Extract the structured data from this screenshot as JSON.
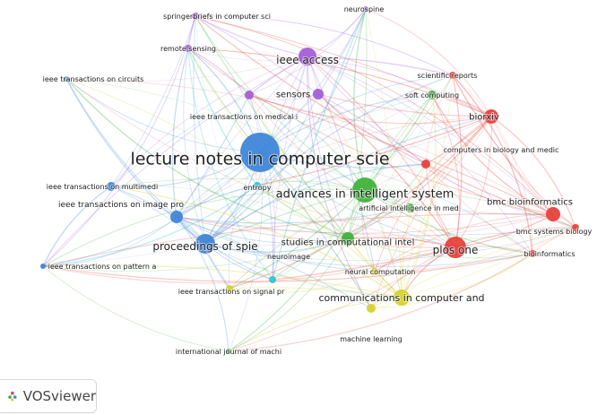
{
  "app": {
    "name": "VOSviewer"
  },
  "colors": {
    "clusters": {
      "blue": "#3f86d8",
      "red": "#e8413c",
      "green": "#3fb33b",
      "purple": "#a45fd8",
      "yellow": "#d7d22a",
      "cyan": "#37c4d6"
    }
  },
  "nodes": [
    {
      "id": "lncs",
      "label": "lecture notes in computer scie",
      "cluster": "blue",
      "size": 22,
      "font": 19
    },
    {
      "id": "ieeeaccess",
      "label": "ieee access",
      "cluster": "purple",
      "size": 10,
      "font": 12
    },
    {
      "id": "sensors",
      "label": "sensors",
      "cluster": "purple",
      "size": 6,
      "font": 10
    },
    {
      "id": "springer",
      "label": "springerbriefs in computer sci",
      "cluster": "purple",
      "size": 4,
      "font": 8
    },
    {
      "id": "neurospine",
      "label": "neurospine",
      "cluster": "purple",
      "size": 3,
      "font": 8
    },
    {
      "id": "remote",
      "label": "remote sensing",
      "cluster": "purple",
      "size": 4,
      "font": 8
    },
    {
      "id": "tmedical",
      "label": "ieee transactions on medical i",
      "cluster": "purple",
      "size": 5,
      "font": 8
    },
    {
      "id": "circuits",
      "label": "ieee transactions on circuits",
      "cluster": "blue",
      "size": 3,
      "font": 8
    },
    {
      "id": "multimedia",
      "label": "ieee transactions on multimedi",
      "cluster": "blue",
      "size": 5,
      "font": 8
    },
    {
      "id": "imagepro",
      "label": "ieee transactions on image pro",
      "cluster": "blue",
      "size": 7,
      "font": 9
    },
    {
      "id": "spie",
      "label": "proceedings of spie",
      "cluster": "blue",
      "size": 11,
      "font": 12
    },
    {
      "id": "pattern",
      "label": "ieee transactions on pattern a",
      "cluster": "blue",
      "size": 3,
      "font": 8
    },
    {
      "id": "entropy",
      "label": "entropy",
      "cluster": "cyan",
      "size": 4,
      "font": 8
    },
    {
      "id": "ais",
      "label": "advances in intelligent system",
      "cluster": "green",
      "size": 14,
      "font": 13
    },
    {
      "id": "aimed",
      "label": "artificial intelligence in med",
      "cluster": "green",
      "size": 5,
      "font": 8
    },
    {
      "id": "sci",
      "label": "studies in computational intel",
      "cluster": "green",
      "size": 7,
      "font": 10
    },
    {
      "id": "neuroimage",
      "label": "neuroimage",
      "cluster": "cyan",
      "size": 4,
      "font": 8
    },
    {
      "id": "softcomp",
      "label": "soft computing",
      "cluster": "green",
      "size": 5,
      "font": 8
    },
    {
      "id": "sigpr",
      "label": "ieee transactions on signal pr",
      "cluster": "yellow",
      "size": 4,
      "font": 8
    },
    {
      "id": "ccis",
      "label": "communications in computer and",
      "cluster": "yellow",
      "size": 9,
      "font": 11
    },
    {
      "id": "neuralcomp",
      "label": "neural computation",
      "cluster": "yellow",
      "size": 4,
      "font": 8
    },
    {
      "id": "ml",
      "label": "machine learning",
      "cluster": "yellow",
      "size": 5,
      "font": 8
    },
    {
      "id": "ijm",
      "label": "international journal of machi",
      "cluster": "green",
      "size": 3,
      "font": 8
    },
    {
      "id": "sr",
      "label": "scientific reports",
      "cluster": "red",
      "size": 4,
      "font": 8
    },
    {
      "id": "biorxiv",
      "label": "biorxiv",
      "cluster": "red",
      "size": 8,
      "font": 10
    },
    {
      "id": "cbm",
      "label": "computers in biology and medic",
      "cluster": "red",
      "size": 5,
      "font": 8
    },
    {
      "id": "bmcbio",
      "label": "bmc bioinformatics",
      "cluster": "red",
      "size": 8,
      "font": 10
    },
    {
      "id": "bmcsys",
      "label": "bmc systems biology",
      "cluster": "red",
      "size": 4,
      "font": 8
    },
    {
      "id": "bioinf",
      "label": "bioinformatics",
      "cluster": "red",
      "size": 4,
      "font": 8
    },
    {
      "id": "plos",
      "label": "plos one",
      "cluster": "red",
      "size": 12,
      "font": 12
    }
  ]
}
